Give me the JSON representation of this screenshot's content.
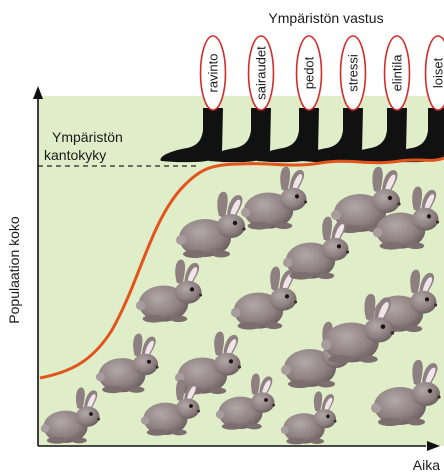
{
  "title": "Ympäristön vastus",
  "carrying_capacity_label": [
    "Ympäristön",
    "kantokyky"
  ],
  "y_axis_label": "Populaation koko",
  "x_axis_label": "Aika",
  "resistance_factors": [
    "ravinto",
    "sairaudet",
    "pedot",
    "stressi",
    "elintila",
    "loiset"
  ],
  "colors": {
    "background_panel": "#dfeec8",
    "growth_curve": "#e2541c",
    "factor_oval_border": "#d42a2a",
    "factor_arm": "#111111",
    "rabbit_body": "#8e7f80",
    "rabbit_ear_inner": "#f1e4ea"
  },
  "icons": {
    "factor_arm": "pressing-arm-icon",
    "population_member": "rabbit-icon"
  }
}
